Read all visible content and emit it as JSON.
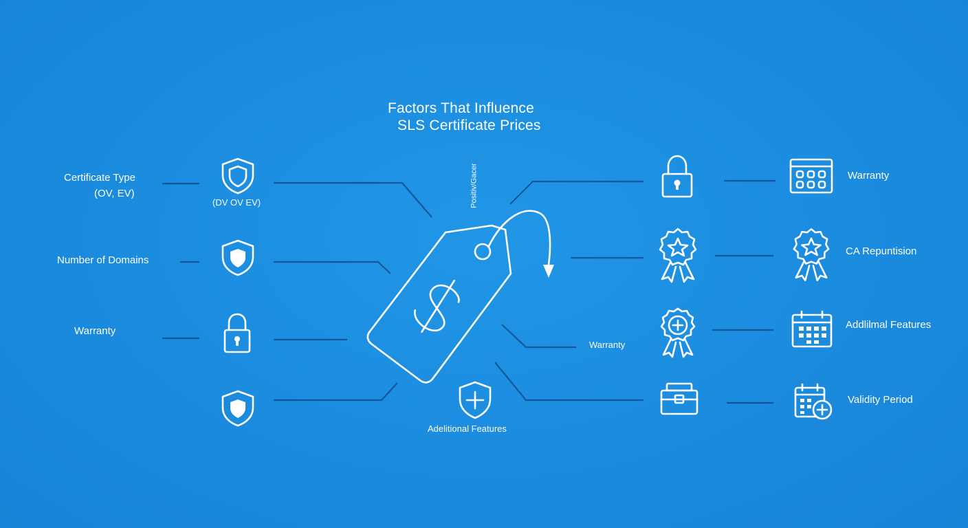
{
  "title": {
    "line1": "Factors That Influence",
    "line2": "SLS Certificate Prices"
  },
  "tag_caption": "Positiv/Gacer",
  "left": {
    "items": [
      {
        "label": "Certificate Type",
        "sublabel": "(OV, EV)",
        "icon": "shield-icon",
        "icon_caption": "(DV OV EV)"
      },
      {
        "label": "Number of Domains",
        "icon": "shield-icon"
      },
      {
        "label": "Warranty",
        "icon": "padlock-icon"
      },
      {
        "label": "",
        "icon": "shield-icon"
      }
    ]
  },
  "center": {
    "icon": "price-tag-dollar-icon",
    "bottom_icon": "shield-plus-icon",
    "bottom_caption": "Adelitional Features",
    "side_label": "Warranty"
  },
  "right": {
    "items": [
      {
        "left_icon": "padlock-icon",
        "right_icon": "calendar-grid-icon",
        "label": "Warranty"
      },
      {
        "left_icon": "award-ribbon-star-icon",
        "right_icon": "award-ribbon-star-icon",
        "label": "CA Repuntision"
      },
      {
        "left_icon": "award-ribbon-plus-icon",
        "right_icon": "calendar-icon",
        "label": "Addlilmal Features"
      },
      {
        "left_icon": "toolbox-icon",
        "right_icon": "calendar-plus-icon",
        "label": "Validity Period"
      }
    ]
  },
  "colors": {
    "background": "#1c8de0",
    "foreground": "#ffffff",
    "connector": "#0a285a"
  }
}
